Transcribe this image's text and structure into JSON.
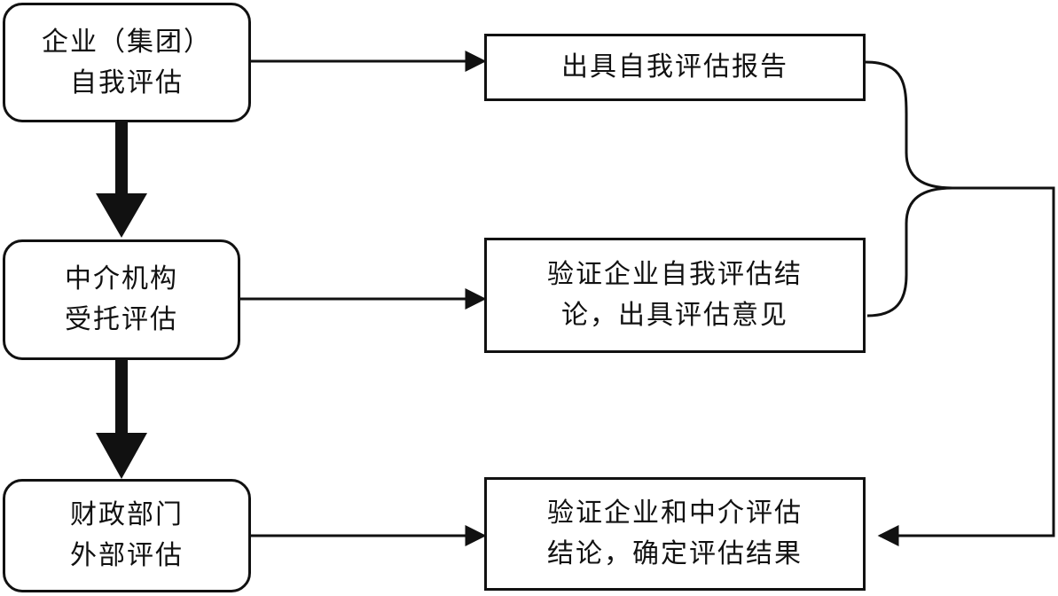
{
  "left_steps": [
    {
      "line1": "企业（集团）",
      "line2": "自我评估"
    },
    {
      "line1": "中介机构",
      "line2": "受托评估"
    },
    {
      "line1": "财政部门",
      "line2": "外部评估"
    }
  ],
  "right_outputs": [
    {
      "line1": "出具自我评估报告",
      "line2": ""
    },
    {
      "line1": "验证企业自我评估结",
      "line2": "论，出具评估意见"
    },
    {
      "line1": "验证企业和中介评估",
      "line2": "结论，确定评估结果"
    }
  ]
}
